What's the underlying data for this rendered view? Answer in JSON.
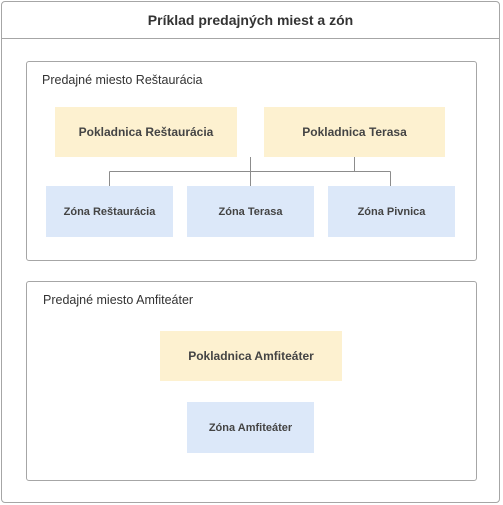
{
  "title": "Príklad predajných miest a zón",
  "groups": [
    {
      "title": "Predajné miesto Reštaurácia",
      "registers": [
        "Pokladnica Reštaurácia",
        "Pokladnica Terasa"
      ],
      "zones": [
        "Zóna Reštaurácia",
        "Zóna Terasa",
        "Zóna Pivnica"
      ]
    },
    {
      "title": "Predajné miesto Amfiteáter",
      "registers": [
        "Pokladnica Amfiteáter"
      ],
      "zones": [
        "Zóna Amfiteáter"
      ]
    }
  ],
  "colors": {
    "register_fill": "#fdf1d0",
    "zone_fill": "#dce8f9",
    "border": "#a6a6a6",
    "connector": "#8c8c8c"
  }
}
